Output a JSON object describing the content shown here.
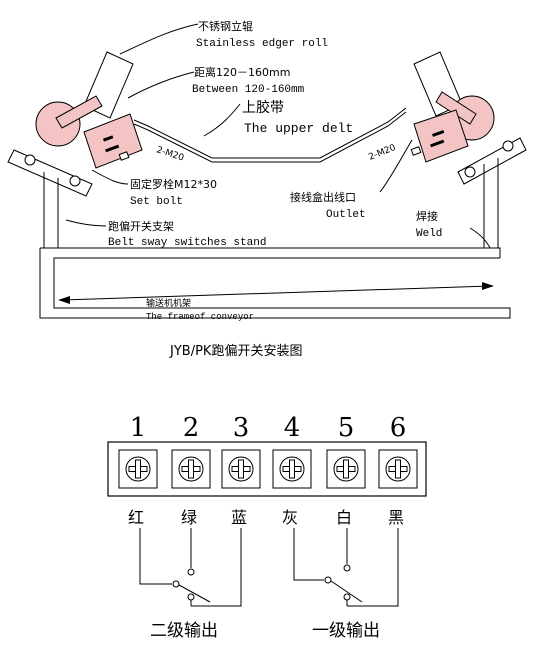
{
  "installation": {
    "roll_label_cn": "不锈钢立辊",
    "roll_label_en": "Stainless edger roll",
    "distance_cn": "距离120－160mm",
    "distance_en": "Between 120-160mm",
    "belt_cn": "上胶带",
    "belt_en": "The upper delt",
    "bolt_spec_left": "2-M20",
    "bolt_spec_right": "2-M20",
    "set_bolt_cn": "固定罗栓M12*30",
    "set_bolt_en": "Set bolt",
    "outlet_cn": "接线盒出线口",
    "outlet_en": "Outlet",
    "stand_cn": "跑偏开关支架",
    "stand_en": "Belt sway switches stand",
    "weld_cn": "焊接",
    "weld_en": "Weld",
    "frame_cn": "输送机机架",
    "frame_en": "The frameof conveyor",
    "title": "JYB/PK跑偏开关安装图"
  },
  "terminals": [
    {
      "number": "1",
      "color": "红"
    },
    {
      "number": "2",
      "color": "绿"
    },
    {
      "number": "3",
      "color": "蓝"
    },
    {
      "number": "4",
      "color": "灰"
    },
    {
      "number": "5",
      "color": "白"
    },
    {
      "number": "6",
      "color": "黑"
    }
  ],
  "outputs": {
    "second": "二级输出",
    "first": "一级输出"
  },
  "colors": {
    "roller_fill": "#f4c4c4",
    "line": "#000000"
  }
}
